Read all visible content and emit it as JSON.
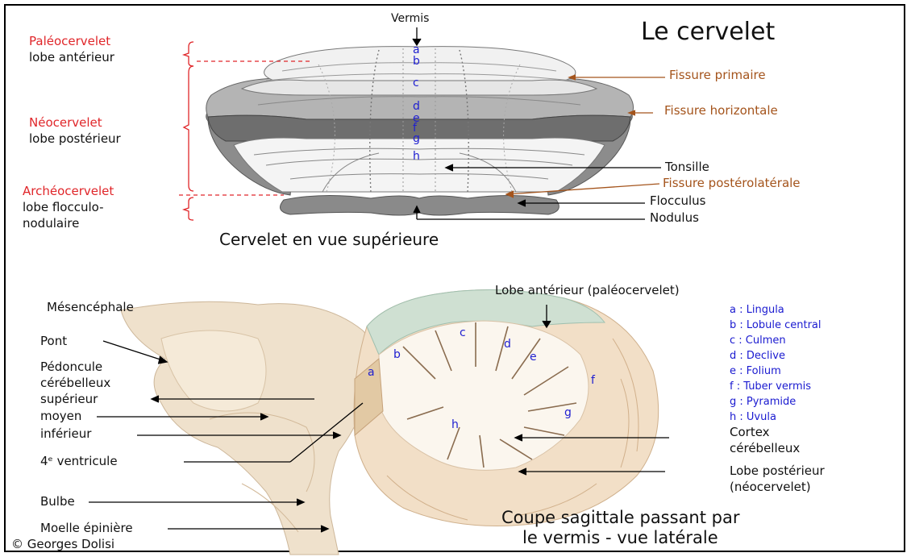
{
  "top": {
    "title": "Le cervelet",
    "vermis": "Vermis",
    "paleo": "Paléocervelet",
    "paleo_lobe": "lobe antérieur",
    "neo": "Néocervelet",
    "neo_lobe": "lobe postérieur",
    "archeo": "Archéocervelet",
    "archeo_lobe_1": "lobe flocculo-",
    "archeo_lobe_2": "nodulaire",
    "fissure_primaire": "Fissure primaire",
    "fissure_horizontale": "Fissure horizontale",
    "tonsille": "Tonsille",
    "fissure_posterolaterale": "Fissure postérolatérale",
    "flocculus": "Flocculus",
    "nodulus": "Nodulus",
    "caption": "Cervelet en vue supérieure",
    "vermis_letters": [
      "a",
      "b",
      "c",
      "d",
      "e",
      "f",
      "g",
      "h"
    ]
  },
  "bottom": {
    "mesencephale": "Mésencéphale",
    "pont": "Pont",
    "pedoncule_1": "Pédoncule",
    "pedoncule_2": "cérébelleux",
    "superieur": "supérieur",
    "moyen": "moyen",
    "inferieur": "inférieur",
    "ventricule": "4ᵉ ventricule",
    "bulbe": "Bulbe",
    "moelle": "Moelle épinière",
    "copyright": "© Georges Dolisi",
    "lobe_anterieur": "Lobe antérieur (paléocervelet)",
    "cortex_1": "Cortex",
    "cortex_2": "cérébelleux",
    "lobe_posterieur_1": "Lobe postérieur",
    "lobe_posterieur_2": "(néocervelet)",
    "caption_1": "Coupe sagittale passant par",
    "caption_2": "le vermis - vue latérale",
    "section_letters": [
      "a",
      "b",
      "c",
      "d",
      "e",
      "f",
      "g",
      "h"
    ],
    "legend": [
      "a : Lingula",
      "b : Lobule central",
      "c : Culmen",
      "d : Declive",
      "e : Folium",
      "f : Tuber vermis",
      "g : Pyramide",
      "h : Uvula"
    ]
  }
}
